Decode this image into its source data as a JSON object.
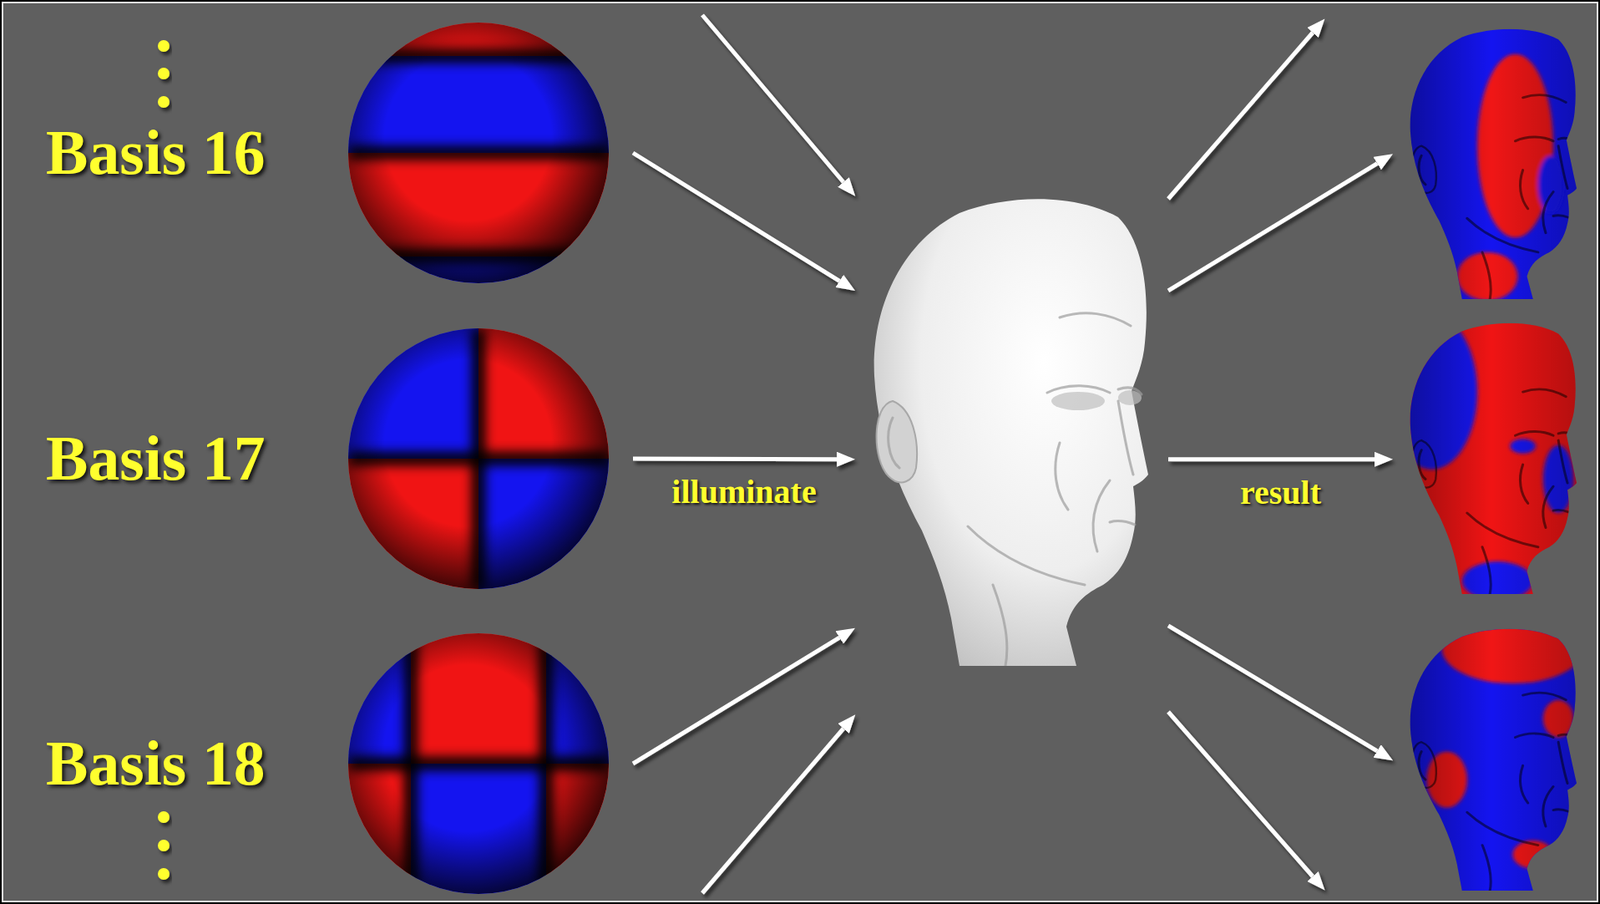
{
  "diagram": {
    "nodes": [
      {
        "text": [
          "Basis 16"
        ]
      },
      {
        "text": [
          "Basis 17"
        ]
      },
      {
        "text": [
          "Basis 18"
        ]
      },
      {
        "text": []
      },
      {
        "text": []
      },
      {
        "text": []
      },
      {
        "text": []
      }
    ],
    "edges": [
      {
        "from": 0,
        "to": 3,
        "arrow": "to"
      },
      {
        "from": 1,
        "to": 3,
        "label": "illuminate",
        "arrow": "to"
      },
      {
        "from": 2,
        "to": 3,
        "arrow": "to"
      },
      {
        "from": 3,
        "to": 4,
        "arrow": "to"
      },
      {
        "from": 3,
        "to": 5,
        "label": "result",
        "arrow": "to"
      },
      {
        "from": 3,
        "to": 6,
        "arrow": "to"
      }
    ]
  }
}
